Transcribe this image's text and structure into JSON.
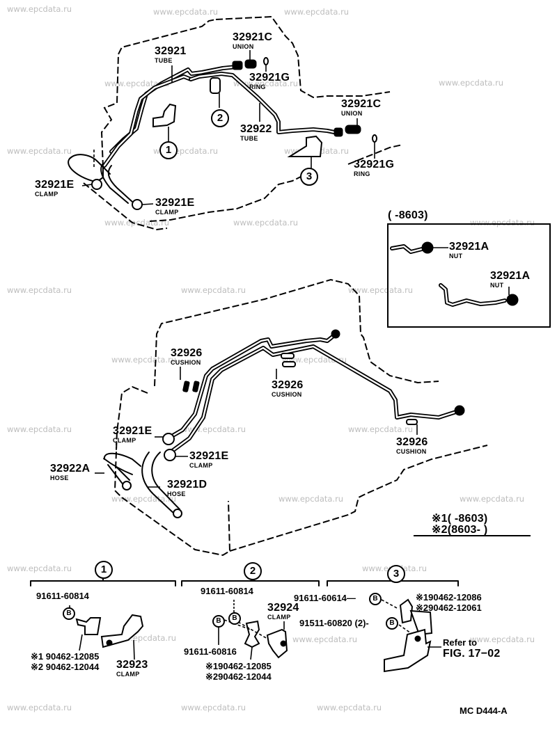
{
  "diagram": {
    "type": "parts catalog illustration",
    "figure_code": "MC D444-A",
    "colors": {
      "ink": "#000000",
      "background": "#ffffff",
      "watermark": "#bdbdbd"
    },
    "watermark_text": "www.epcdata.ru",
    "top_view": {
      "labels": [
        {
          "part": "32921",
          "name": "TUBE"
        },
        {
          "part": "32921C",
          "name": "UNION"
        },
        {
          "part": "32921G",
          "name": "RING"
        },
        {
          "part": "32922",
          "name": "TUBE"
        },
        {
          "part": "32921C",
          "name": "UNION"
        },
        {
          "part": "32921G",
          "name": "RING"
        },
        {
          "part": "32921E",
          "name": "CLAMP"
        },
        {
          "part": "32921E",
          "name": "CLAMP"
        }
      ],
      "callouts": [
        "1",
        "2",
        "3"
      ]
    },
    "inset": {
      "range": "(        -8603)",
      "labels": [
        {
          "part": "32921A",
          "name": "NUT"
        },
        {
          "part": "32921A",
          "name": "NUT"
        }
      ]
    },
    "middle_view": {
      "labels": [
        {
          "part": "32926",
          "name": "CUSHION"
        },
        {
          "part": "32926",
          "name": "CUSHION"
        },
        {
          "part": "32926",
          "name": "CUSHION"
        },
        {
          "part": "32921E",
          "name": "CLAMP"
        },
        {
          "part": "32921E",
          "name": "CLAMP"
        },
        {
          "part": "32922A",
          "name": "HOSE"
        },
        {
          "part": "32921D",
          "name": "HOSE"
        }
      ]
    },
    "legend": {
      "rows": [
        {
          "mark": "※1",
          "range": "(        -8603)"
        },
        {
          "mark": "※2",
          "range": "(8603-         )"
        }
      ]
    },
    "details": [
      {
        "callout": "1",
        "bolt_glyph": "B",
        "bolt_part": "91611-60814",
        "note1": "※1 90462-12085",
        "note2": "※2 90462-12044",
        "clamp": {
          "part": "32923",
          "name": "CLAMP"
        }
      },
      {
        "callout": "2",
        "bolt_glyph": "B",
        "bolt_part_top": "91611-60814",
        "bolt_part_bottom": "91611-60816",
        "clamp": {
          "part": "32924",
          "name": "CLAMP"
        },
        "note1": "※190462-12085",
        "note2": "※290462-12044"
      },
      {
        "callout": "3",
        "bolt_glyph": "B",
        "bolt_part_top": "91611-60614—",
        "bolt_part_mid": "91511-60820 (2)-",
        "note1": "※190462-12086",
        "note2": "※290462-12061",
        "refer_line1": "Refer to",
        "refer_line2": "FIG. 17−02"
      }
    ]
  }
}
